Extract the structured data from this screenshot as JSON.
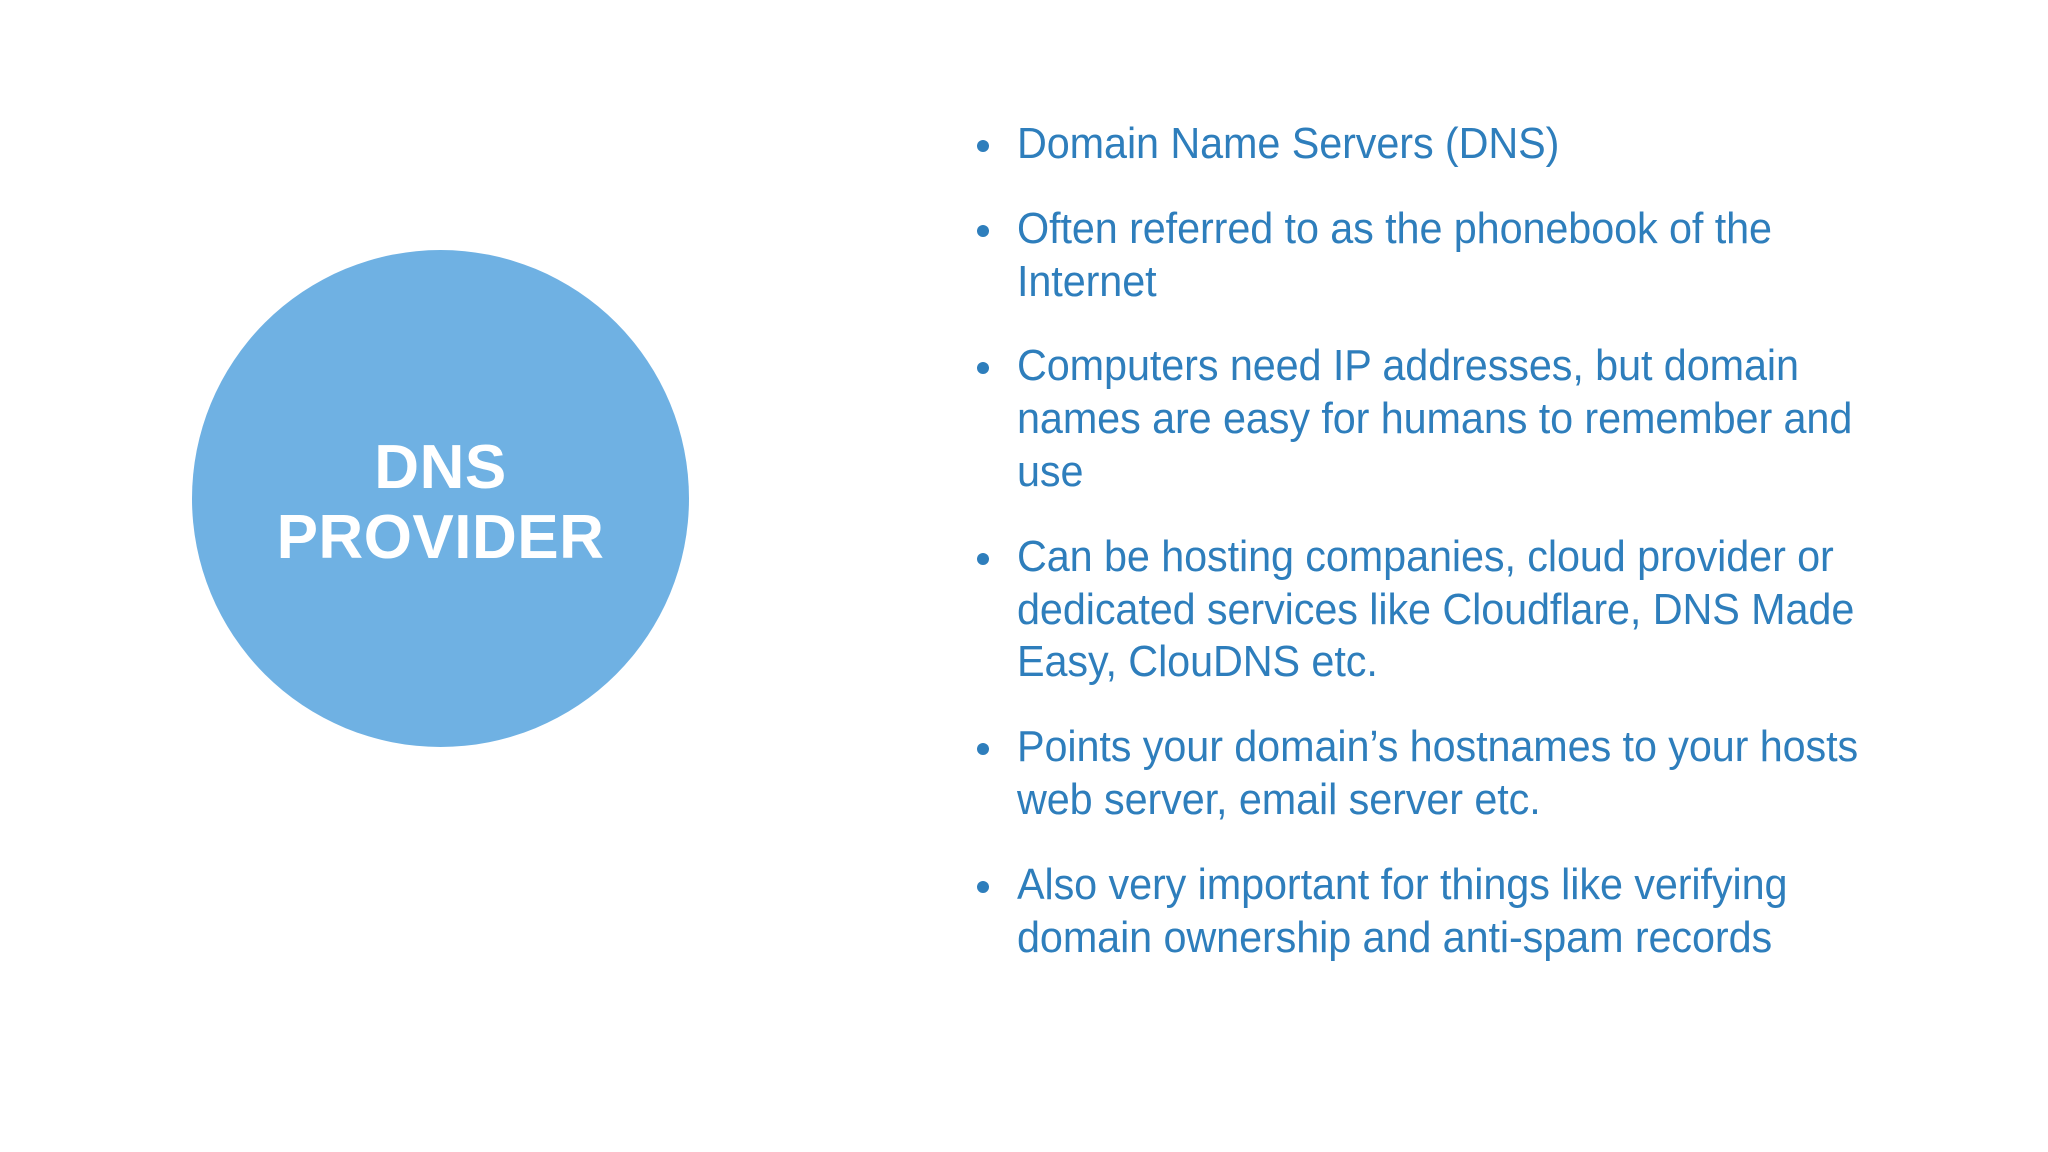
{
  "slide": {
    "background_color": "#ffffff",
    "accent_circle_color": "#6FB1E3",
    "text_color": "#2E7EBC",
    "circle_text_color": "#FFFFFF"
  },
  "circle": {
    "label": "DNS\nPROVIDER",
    "line_1": "DNS",
    "line_2": "PROVIDER"
  },
  "bullets": [
    {
      "text": "Domain Name Servers (DNS)"
    },
    {
      "text": "Often referred to as the phonebook of the Internet"
    },
    {
      "text": "Computers need IP addresses, but domain names are easy for humans to remember and use"
    },
    {
      "text": "Can be hosting companies, cloud provider or dedicated services like Cloudflare, DNS Made Easy, ClouDNS etc."
    },
    {
      "text": "Points your domain’s hostnames to your hosts web server, email server etc."
    },
    {
      "text": "Also very important for things like verifying domain ownership and anti-spam records"
    }
  ]
}
